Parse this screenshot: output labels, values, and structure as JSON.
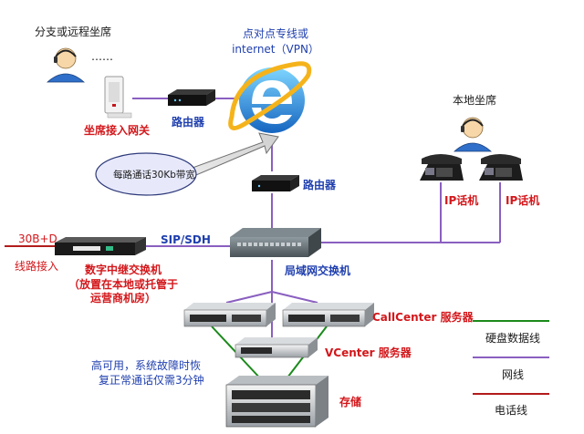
{
  "labels": {
    "remote_agents": "分支或远程坐席",
    "dots": "……",
    "agent_gateway": "坐席接入网关",
    "router_top": "路由器",
    "cloud_line1": "点对点专线或",
    "cloud_line2": "internet（VPN）",
    "bandwidth_note": "每路通话30Kb带宽",
    "router_mid": "路由器",
    "local_agents": "本地坐席",
    "ip_phone_1": "IP话机",
    "ip_phone_2": "IP话机",
    "trunk_30bd": "30B+D",
    "line_access": "线路接入",
    "sip_sdh": "SIP/SDH",
    "trunk_switch_1": "数字中继交换机",
    "trunk_switch_2": "（放置在本地或托管于",
    "trunk_switch_3": "运营商机房）",
    "lan_switch": "局域网交换机",
    "callcenter_server": "CallCenter 服务器",
    "vcenter_server": "VCenter 服务器",
    "storage": "存储",
    "ha_line1": "高可用，系统故障时恢",
    "ha_line2": "复正常通话仅需3分钟"
  },
  "legend": [
    {
      "label": "硬盘数据线",
      "color": "#1a8a1a"
    },
    {
      "label": "网线",
      "color": "#8a5fc0"
    },
    {
      "label": "电话线",
      "color": "#b31b1b"
    }
  ],
  "icons": {
    "agent": "agent-headset-icon",
    "gateway": "gateway-device-icon",
    "router": "router-icon",
    "internet": "internet-explorer-icon",
    "phone": "ip-phone-icon",
    "trunk": "trunk-switch-icon",
    "switch": "lan-switch-icon",
    "server": "rack-server-icon",
    "storage": "storage-array-icon"
  }
}
